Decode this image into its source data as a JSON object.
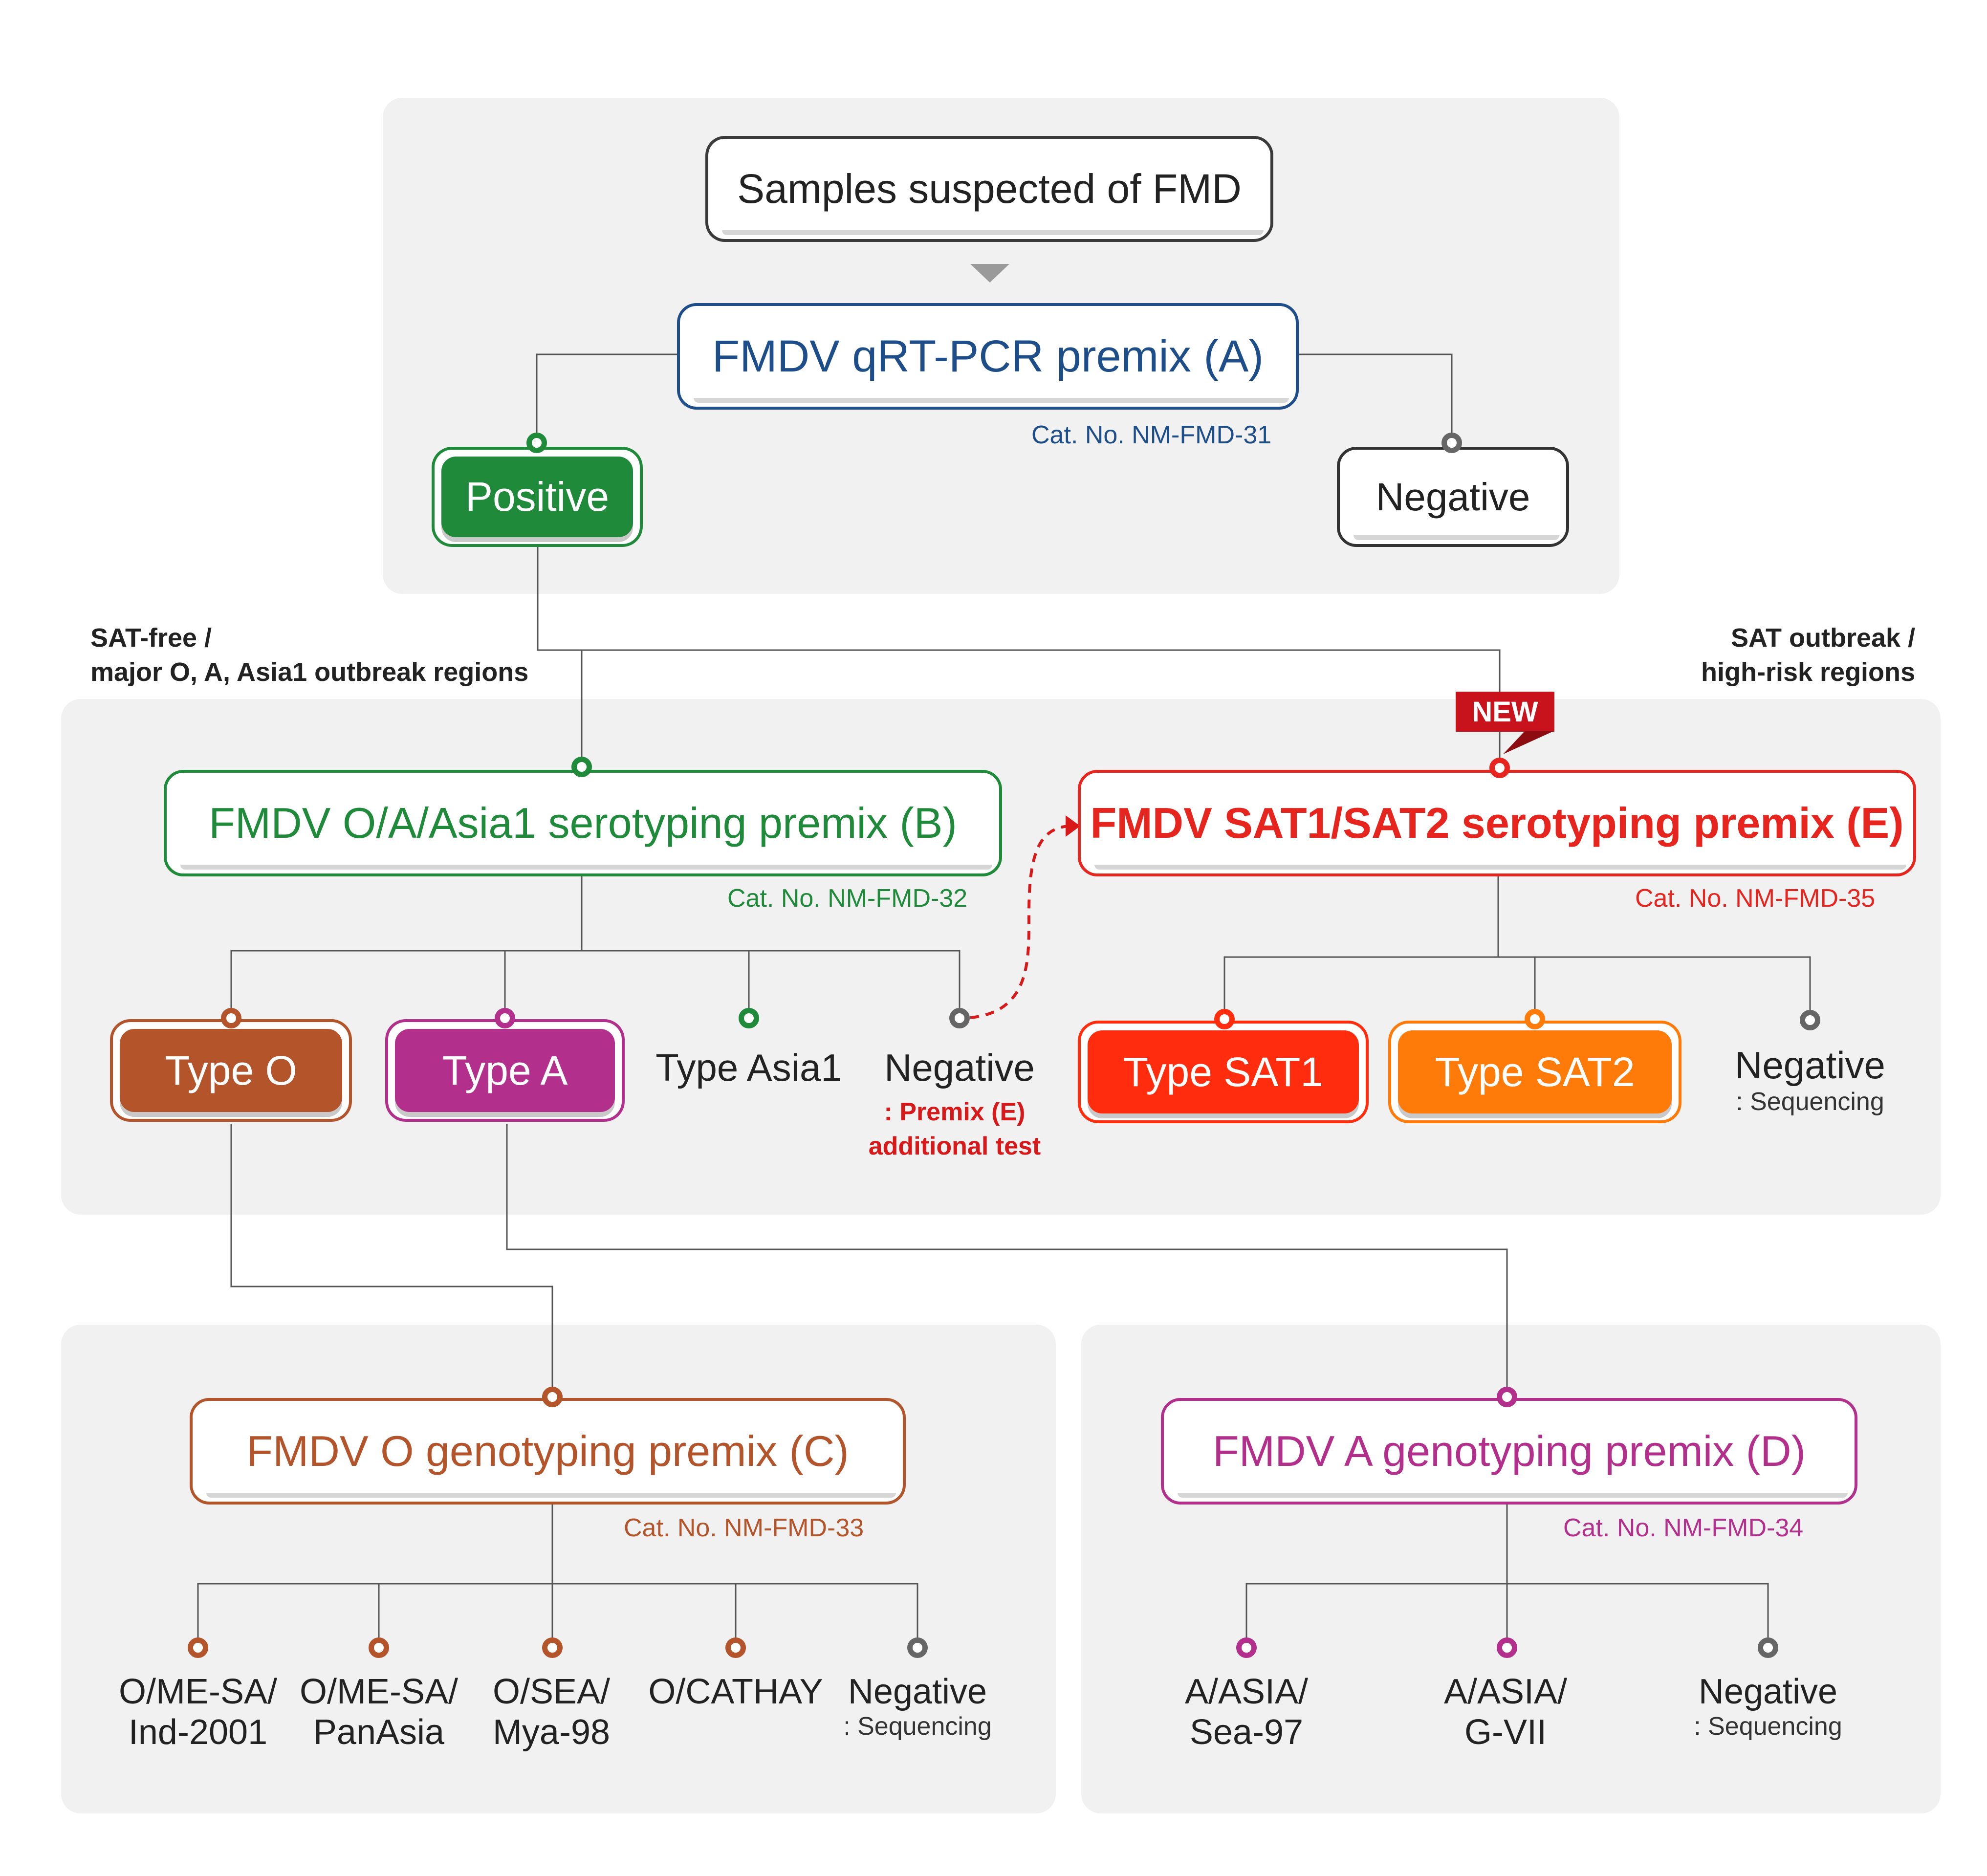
{
  "colors": {
    "blue": "#1d4e89",
    "green": "#1e8a3a",
    "red": "#e5251e",
    "brown": "#b3542b",
    "purple": "#b2308c",
    "orange": "#ff7b09",
    "gray": "#666666",
    "panel": "#f1f1f1"
  },
  "top": {
    "samples": "Samples suspected of FMD",
    "premix_a": "FMDV qRT-PCR premix (A)",
    "cat_a": "Cat. No. NM-FMD-31",
    "positive": "Positive",
    "negative": "Negative"
  },
  "region_left": [
    "SAT-free /",
    "major O, A, Asia1 outbreak regions"
  ],
  "region_right": [
    "SAT outbreak /",
    "high-risk regions"
  ],
  "serotyping": {
    "premix_b": "FMDV O/A/Asia1 serotyping premix (B)",
    "cat_b": "Cat. No. NM-FMD-32",
    "type_o": "Type O",
    "type_a": "Type A",
    "type_asia1": "Type Asia1",
    "negative_b": "Negative",
    "negative_b_note": [
      ": Premix (E)",
      "additional test"
    ],
    "new_badge": "NEW",
    "premix_e": "FMDV SAT1/SAT2 serotyping premix (E)",
    "cat_e": "Cat. No. NM-FMD-35",
    "type_sat1": "Type SAT1",
    "type_sat2": "Type SAT2",
    "negative_e": "Negative",
    "negative_e_note": ": Sequencing"
  },
  "genotyping_o": {
    "premix_c": "FMDV O genotyping premix (C)",
    "cat_c": "Cat. No. NM-FMD-33",
    "results": [
      [
        "O/ME-SA/",
        "Ind-2001"
      ],
      [
        "O/ME-SA/",
        "PanAsia"
      ],
      [
        "O/SEA/",
        "Mya-98"
      ],
      [
        "O/CATHAY"
      ]
    ],
    "negative": "Negative",
    "negative_note": ": Sequencing"
  },
  "genotyping_a": {
    "premix_d": "FMDV A genotyping premix (D)",
    "cat_d": "Cat. No. NM-FMD-34",
    "results": [
      [
        "A/ASIA/",
        "Sea-97"
      ],
      [
        "A/ASIA/",
        "G-VII"
      ]
    ],
    "negative": "Negative",
    "negative_note": ": Sequencing"
  }
}
